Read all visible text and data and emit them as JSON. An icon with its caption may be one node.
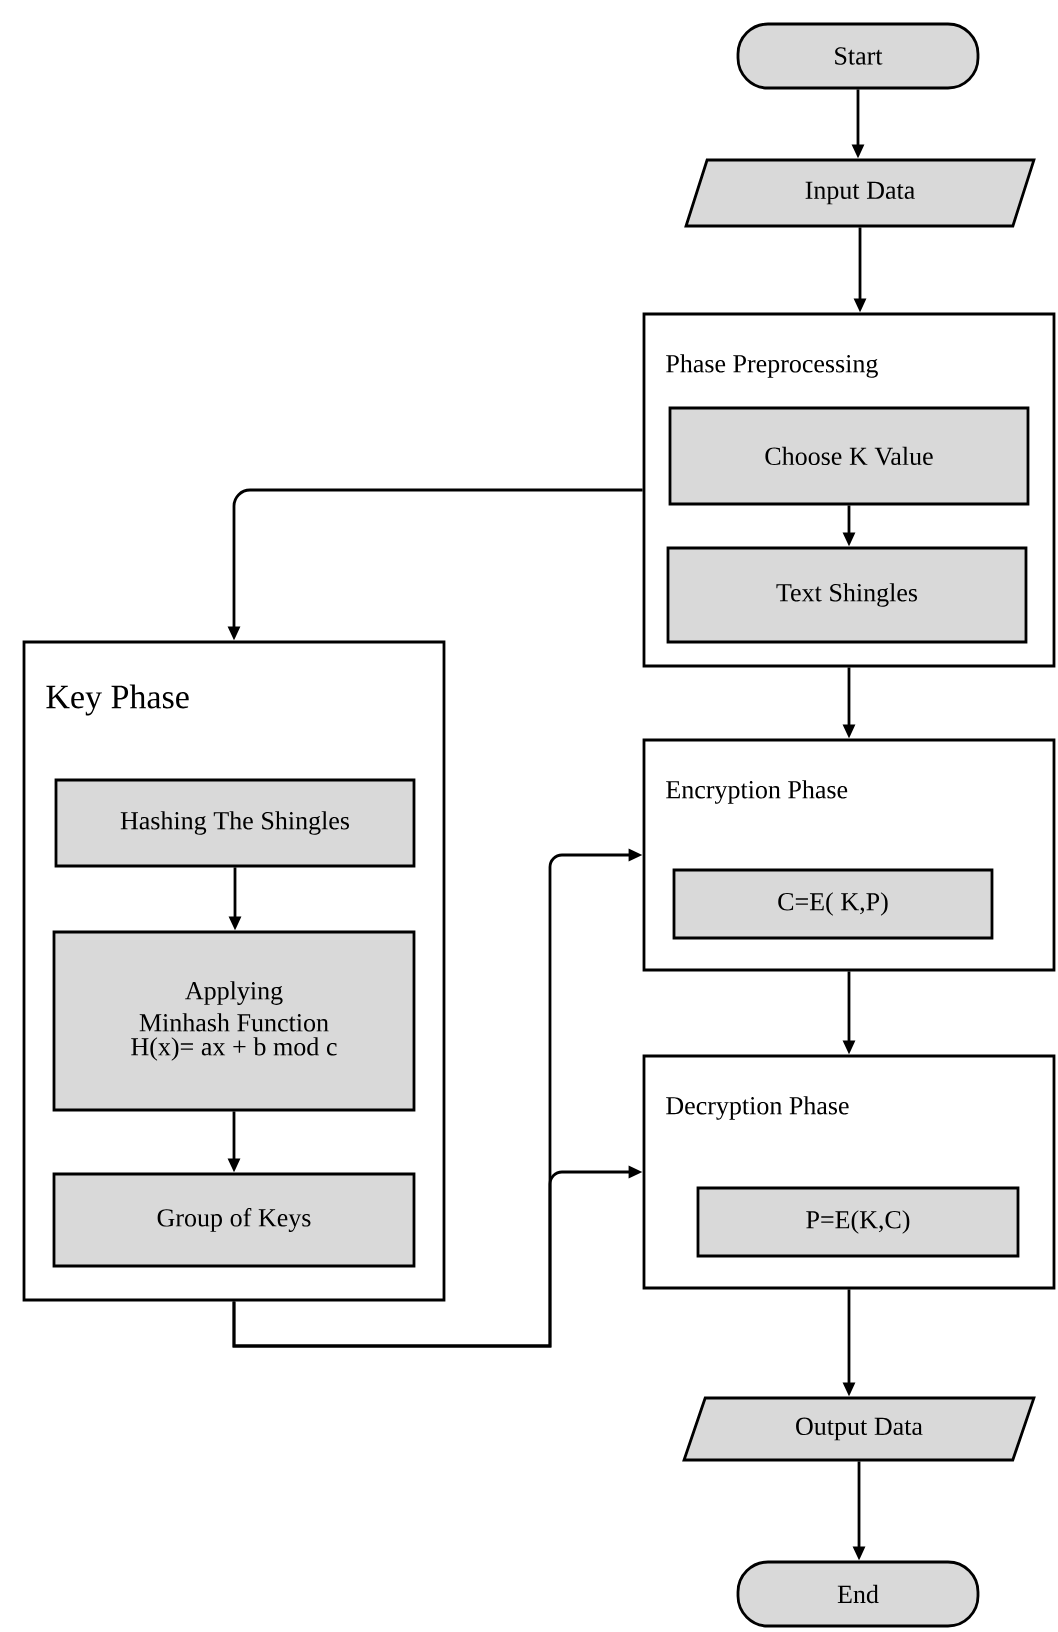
{
  "diagram": {
    "nodes": [
      {
        "text": [
          "Start"
        ]
      },
      {
        "text": [
          "Input Data"
        ]
      },
      {
        "text": [
          "Phase Preprocessing"
        ]
      },
      {
        "text": [
          "Choose K Value"
        ],
        "in": 2
      },
      {
        "text": [
          "Text Shingles"
        ],
        "in": 2
      },
      {
        "text": [
          "Key Phase"
        ]
      },
      {
        "text": [
          "Hashing The Shingles"
        ],
        "in": 5
      },
      {
        "text": [
          "Applying Minhash Function",
          "H(x)= ax + b mod c"
        ],
        "in": 5
      },
      {
        "text": [
          "Group of Keys"
        ],
        "in": 5
      },
      {
        "text": [
          "Encryption Phase"
        ]
      },
      {
        "text": [
          "C=E( K,P)"
        ],
        "in": 9
      },
      {
        "text": [
          "Decryption Phase"
        ]
      },
      {
        "text": [
          "P=E(K,C)"
        ],
        "in": 11
      },
      {
        "text": [
          "Output Data"
        ]
      },
      {
        "text": [
          "End"
        ]
      }
    ],
    "edges": [
      {
        "from": 0,
        "to": 1,
        "arrow": "to"
      },
      {
        "from": 1,
        "to": 2,
        "arrow": "to"
      },
      {
        "from": 2,
        "to": 5,
        "arrow": "to"
      },
      {
        "from": 3,
        "to": 4,
        "arrow": "to"
      },
      {
        "from": 2,
        "to": 9,
        "arrow": "to"
      },
      {
        "from": 6,
        "to": 7,
        "arrow": "to"
      },
      {
        "from": 7,
        "to": 8,
        "arrow": "to"
      },
      {
        "from": 5,
        "to": 9,
        "arrow": "to"
      },
      {
        "from": 5,
        "to": 11,
        "arrow": "to"
      },
      {
        "from": 9,
        "to": 11,
        "arrow": "to"
      },
      {
        "from": 11,
        "to": 13,
        "arrow": "to"
      },
      {
        "from": 13,
        "to": 14,
        "arrow": "to"
      }
    ]
  }
}
